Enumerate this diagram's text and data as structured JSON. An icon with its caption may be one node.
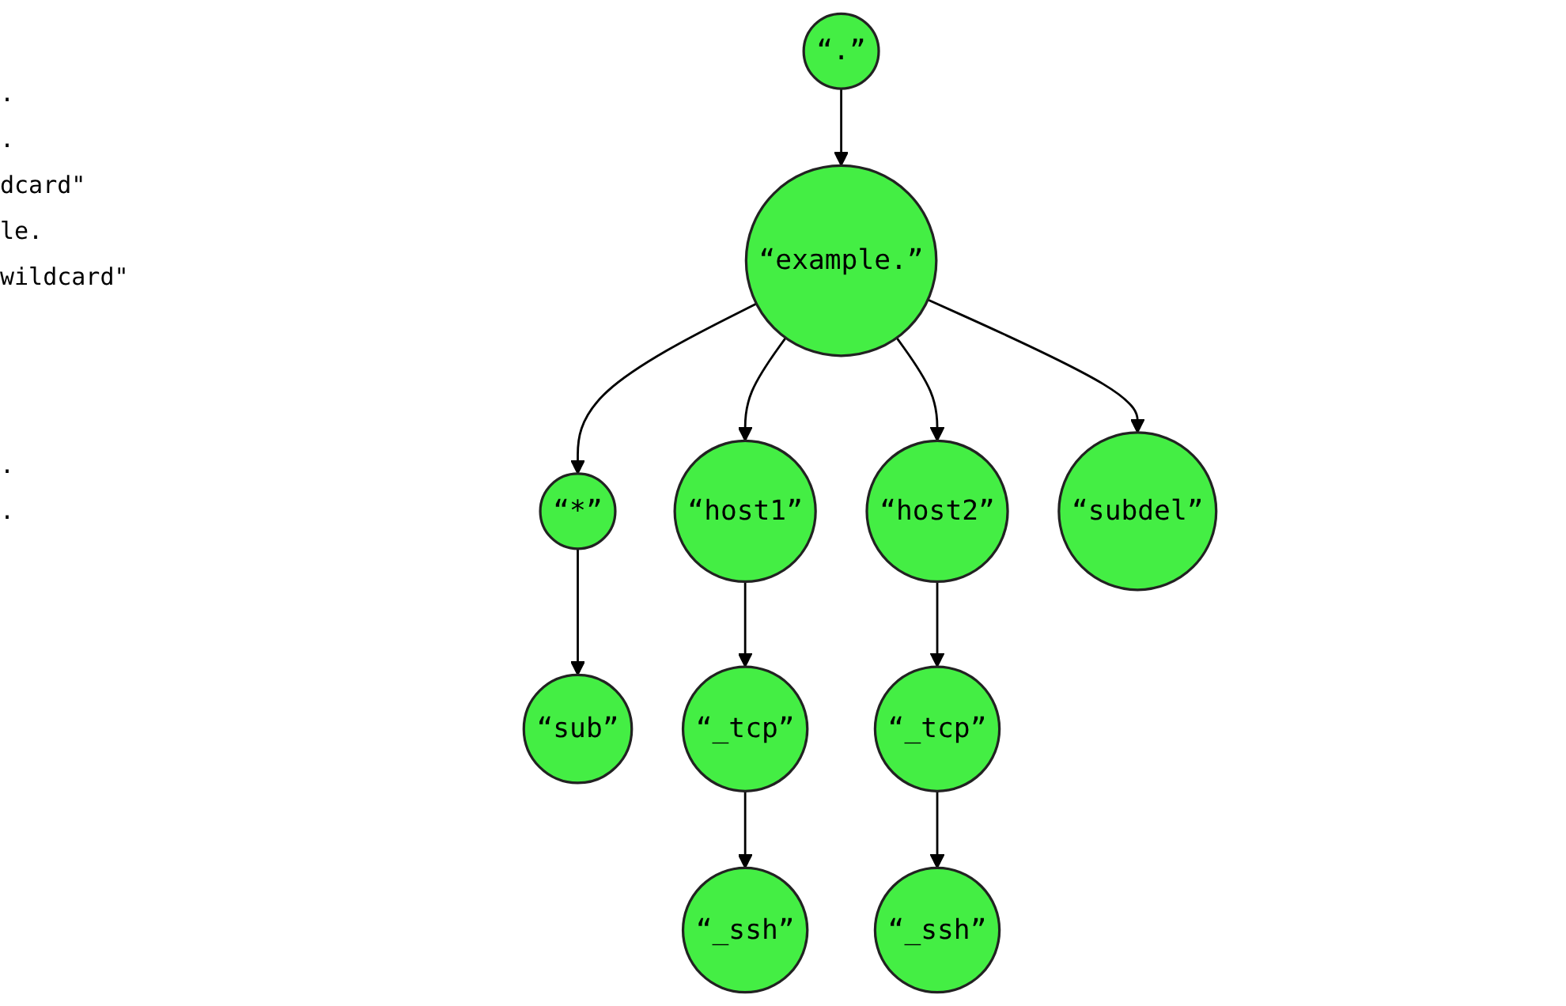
{
  "diagram": {
    "nodes": [
      {
        "text": [
          "“.”"
        ]
      },
      {
        "text": [
          "“example.”"
        ]
      },
      {
        "text": [
          "“*”"
        ]
      },
      {
        "text": [
          "“host1”"
        ]
      },
      {
        "text": [
          "“host2”"
        ]
      },
      {
        "text": [
          "“subdel”"
        ]
      },
      {
        "text": [
          "“sub”"
        ]
      },
      {
        "text": [
          "“_tcp”"
        ]
      },
      {
        "text": [
          "“_tcp”"
        ]
      },
      {
        "text": [
          "“_ssh”"
        ]
      },
      {
        "text": [
          "“_ssh”"
        ]
      }
    ],
    "edges": [
      {
        "from": 0,
        "to": 1,
        "arrow": "to"
      },
      {
        "from": 1,
        "to": 2,
        "arrow": "to"
      },
      {
        "from": 1,
        "to": 3,
        "arrow": "to"
      },
      {
        "from": 1,
        "to": 4,
        "arrow": "to"
      },
      {
        "from": 1,
        "to": 5,
        "arrow": "to"
      },
      {
        "from": 2,
        "to": 6,
        "arrow": "to"
      },
      {
        "from": 3,
        "to": 7,
        "arrow": "to"
      },
      {
        "from": 4,
        "to": 8,
        "arrow": "to"
      },
      {
        "from": 7,
        "to": 9,
        "arrow": "to"
      },
      {
        "from": 8,
        "to": 10,
        "arrow": "to"
      }
    ],
    "labels": [
      ".",
      ".",
      "dcard\"",
      "le.",
      "wildcard\"",
      ".",
      "."
    ]
  }
}
